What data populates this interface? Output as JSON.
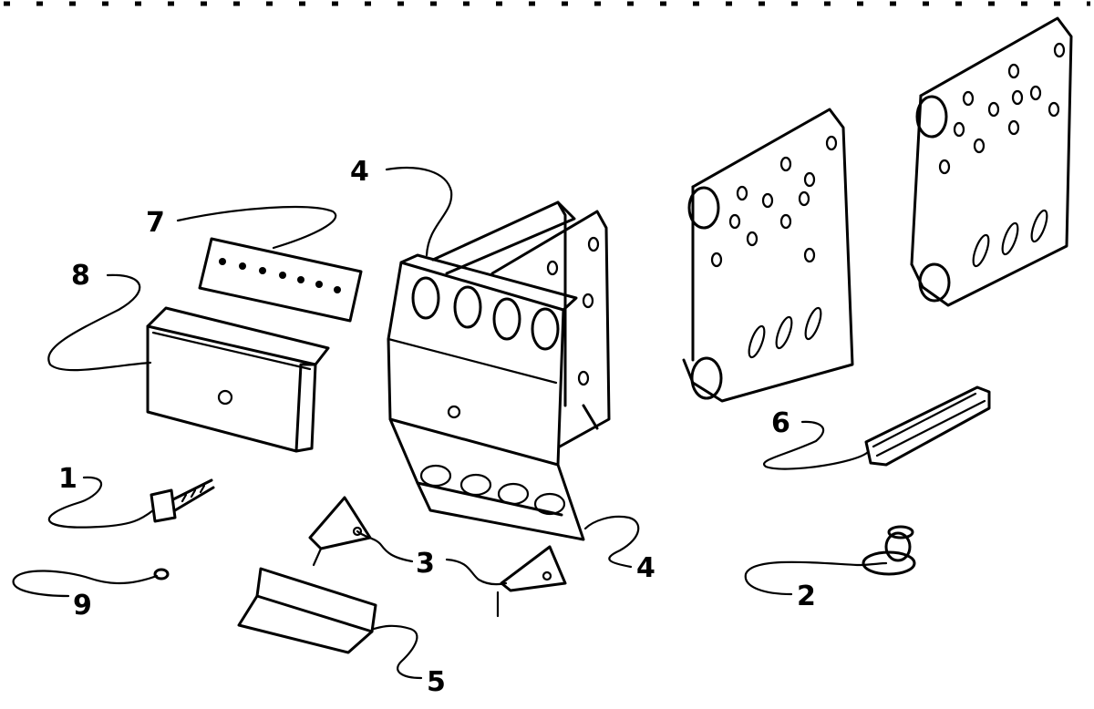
{
  "callouts": {
    "c1": "1",
    "c2": "2",
    "c3": "3",
    "c4_top": "4",
    "c4_bottom": "4",
    "c5": "5",
    "c6": "6",
    "c7": "7",
    "c8": "8",
    "c9": "9"
  },
  "colors": {
    "line": "#000000",
    "background": "#ffffff"
  }
}
